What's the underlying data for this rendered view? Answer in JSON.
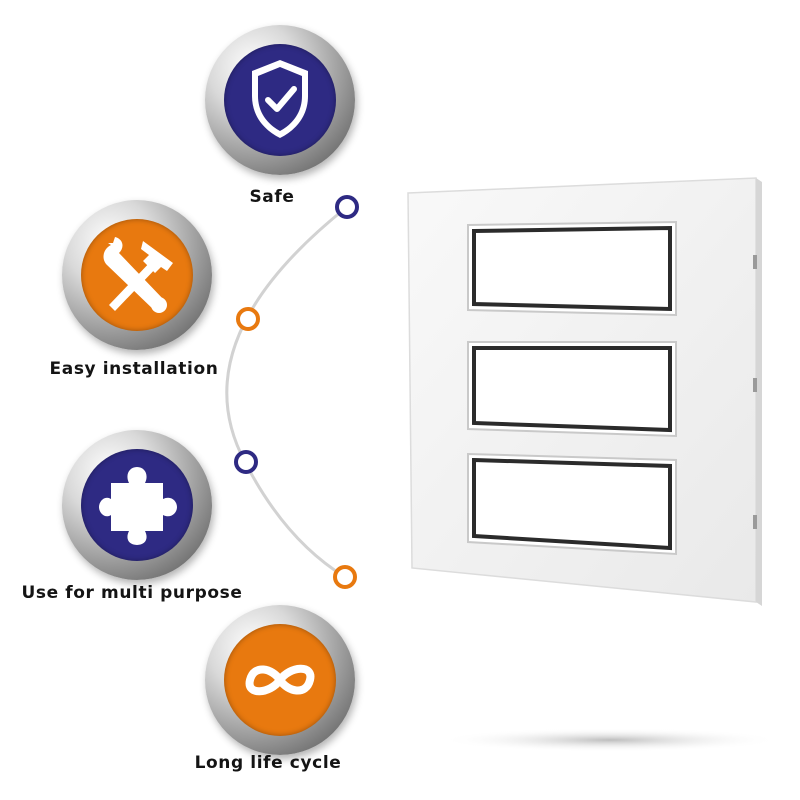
{
  "features": [
    {
      "label": "Safe",
      "icon": "shield-check-icon",
      "color": "#2e2a83"
    },
    {
      "label": "Easy installation",
      "icon": "tools-icon",
      "color": "#e8790f"
    },
    {
      "label": "Use for multi purpose",
      "icon": "puzzle-piece-icon",
      "color": "#2e2a83"
    },
    {
      "label": "Long life cycle",
      "icon": "infinity-icon",
      "color": "#e8790f"
    }
  ],
  "colors": {
    "navy": "#2e2a83",
    "orange": "#e8790f",
    "plate": "#f4f4f4",
    "slot_border": "#2b2b2b"
  },
  "product": {
    "name": "modular-switch-plate",
    "slot_count": 3
  }
}
